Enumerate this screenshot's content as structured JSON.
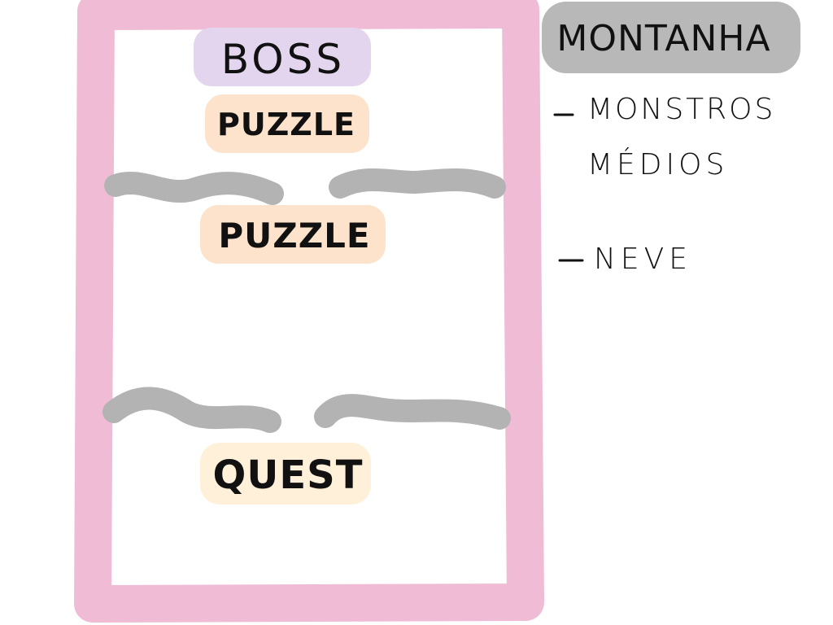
{
  "map": {
    "rooms": [
      {
        "id": "boss",
        "label": "BOSS",
        "color": "#e3d5ee"
      },
      {
        "id": "puzzle-1",
        "label": "PUZZLE",
        "color": "#fde3cc"
      },
      {
        "id": "puzzle-2",
        "label": "PUZZLE",
        "color": "#fde3cc"
      },
      {
        "id": "quest",
        "label": "QUEST",
        "color": "#fff0d9"
      }
    ],
    "frame_color": "#f0bcd5",
    "divider_color": "#b3b3b3"
  },
  "legend": {
    "title": "MONTANHA",
    "title_bg": "#b8b8b8",
    "notes": [
      {
        "line1": "MONSTROS",
        "line2": "MÉDIOS"
      },
      {
        "line1": "NEVE",
        "line2": ""
      }
    ]
  }
}
